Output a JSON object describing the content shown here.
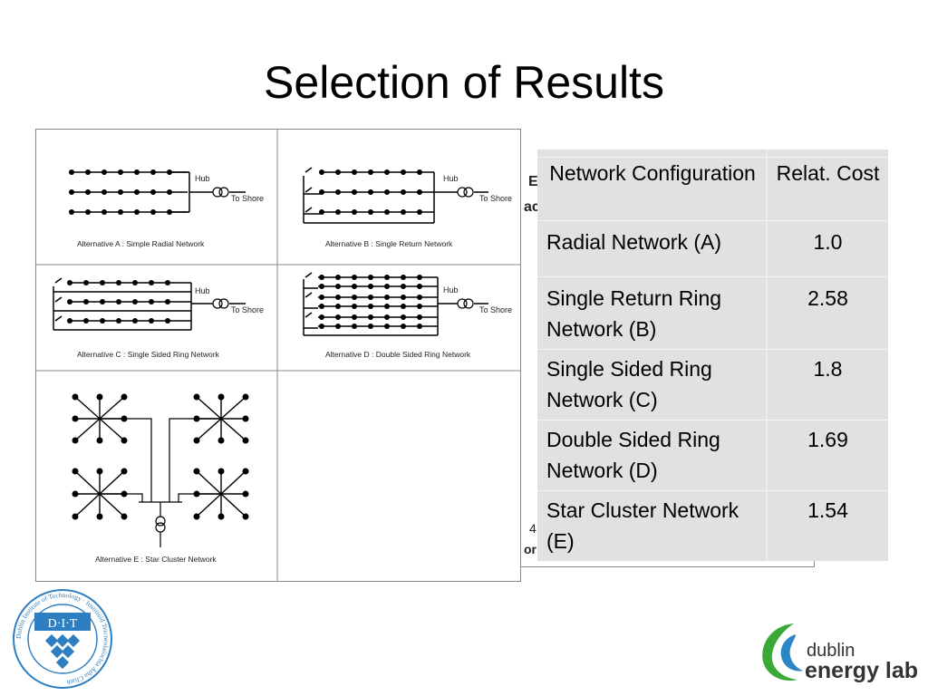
{
  "slide": {
    "title": "Selection of Results"
  },
  "diagram": {
    "hub_label": "Hub",
    "shore_label": "To Shore",
    "alternatives": [
      "Alternative A : Simple Radial Network",
      "Alternative B : Single Return Network",
      "Alternative C : Single Sided Ring Network",
      "Alternative D : Double Sided Ring Network",
      "Alternative E : Star Cluster Network"
    ]
  },
  "results_table": {
    "headers": {
      "config": "Network Configuration",
      "cost": "Relat. Cost"
    },
    "rows": [
      {
        "config": "Radial Network (A)",
        "cost": "1.0"
      },
      {
        "config": "Single Return Ring Network (B)",
        "cost": "2.58"
      },
      {
        "config": "Single Sided Ring Network (C)",
        "cost": "1.8"
      },
      {
        "config": "Double Sided Ring Network (D)",
        "cost": "1.69"
      },
      {
        "config": "Star Cluster Network (E)",
        "cost": "1.54"
      }
    ]
  },
  "background_fragments": [
    "E",
    "ac",
    "4",
    "or"
  ],
  "logos": {
    "dit": {
      "letters": "D·I·T",
      "ring_text": "Dublin Institute of Technology · Institiúid Teicneolaíochta Átha Cliath",
      "color": "#2e7fc2"
    },
    "dublin_energy_lab": {
      "line1": "dublin",
      "line2": "energy lab.",
      "green": "#3aa935",
      "blue": "#2a86c7"
    }
  }
}
